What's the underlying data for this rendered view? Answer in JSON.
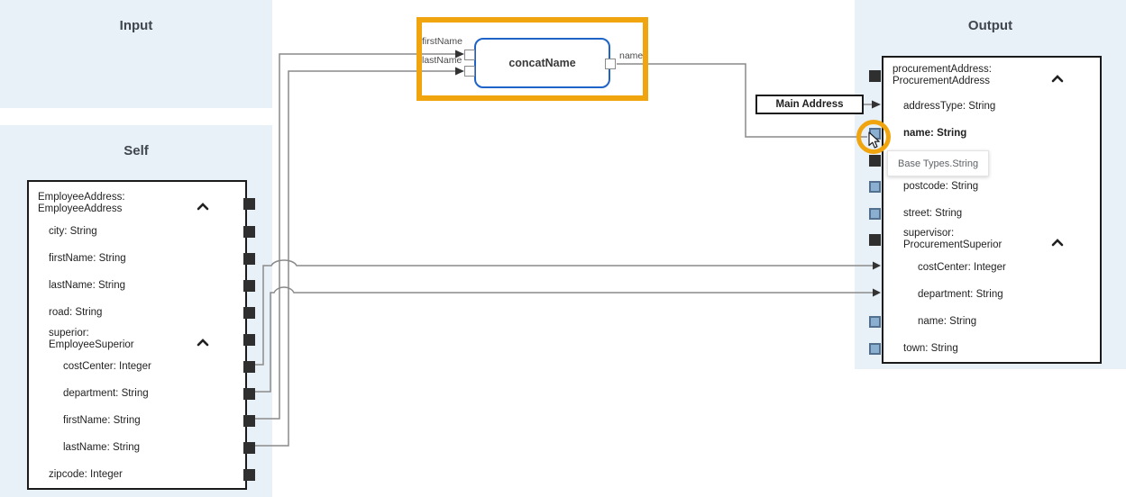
{
  "panels": {
    "input": {
      "title": "Input"
    },
    "self": {
      "title": "Self"
    },
    "output": {
      "title": "Output"
    }
  },
  "self_tree": {
    "rows": [
      {
        "label": "EmployeeAddress:\nEmployeeAddress",
        "expandable": true,
        "port": "black"
      },
      {
        "label": "city: String",
        "port": "black"
      },
      {
        "label": "firstName: String",
        "port": "black"
      },
      {
        "label": "lastName: String",
        "port": "black"
      },
      {
        "label": "road: String",
        "port": "black"
      },
      {
        "label": "superior:\nEmployeeSuperior",
        "expandable": true,
        "port": "black"
      },
      {
        "label": "costCenter: Integer",
        "port": "black"
      },
      {
        "label": "department: String",
        "port": "black"
      },
      {
        "label": "firstName: String",
        "port": "black"
      },
      {
        "label": "lastName: String",
        "port": "black"
      },
      {
        "label": "zipcode: Integer",
        "port": "black"
      }
    ]
  },
  "output_tree": {
    "rows": [
      {
        "label": "procurementAddress:\nProcurementAddress",
        "expandable": true,
        "port": "black"
      },
      {
        "label": "addressType: String",
        "port": "arrow-in"
      },
      {
        "label": "name: String",
        "port": "blue",
        "bold": true,
        "highlighted": true
      },
      {
        "label": "",
        "port": "black"
      },
      {
        "label": "postcode: String",
        "port": "blue"
      },
      {
        "label": "street: String",
        "port": "blue"
      },
      {
        "label": "supervisor:\nProcurementSuperior",
        "expandable": true,
        "port": "black"
      },
      {
        "label": "costCenter: Integer",
        "port": "arrow-in"
      },
      {
        "label": "department: String",
        "port": "arrow-in"
      },
      {
        "label": "name: String",
        "port": "blue"
      },
      {
        "label": "town: String",
        "port": "blue"
      }
    ]
  },
  "function_box": {
    "label": "concatName",
    "input_ports": [
      {
        "label": "firstName"
      },
      {
        "label": "lastName"
      }
    ],
    "output_ports": [
      {
        "label": "name"
      }
    ]
  },
  "constant_box": {
    "label": "Main Address"
  },
  "tooltip": {
    "text": "Base Types.String"
  },
  "connections": [
    {
      "from": "Self.superior.firstName",
      "to": "concatName.firstName"
    },
    {
      "from": "Self.superior.lastName",
      "to": "concatName.lastName"
    },
    {
      "from": "concatName.name",
      "to": "Output.procurementAddress.name"
    },
    {
      "from": "Main Address",
      "to": "Output.procurementAddress.addressType"
    },
    {
      "from": "Self.superior.costCenter",
      "to": "Output.procurementAddress.supervisor.costCenter"
    },
    {
      "from": "Self.superior.department",
      "to": "Output.procurementAddress.supervisor.department"
    }
  ],
  "overlay": {
    "cursor_icon": "mouse-pointer",
    "highlight_icon": "orange-ring"
  },
  "colors": {
    "panel_bg": "#e8f1f8",
    "highlight_orange": "#f0a40e",
    "function_border_blue": "#1e64c8",
    "port_blue_fill": "#8bafd1",
    "port_blue_border": "#53718e",
    "port_black": "#2f2f2f",
    "connection_gray": "#8a8a8a",
    "box_border": "#1b1b1b"
  }
}
